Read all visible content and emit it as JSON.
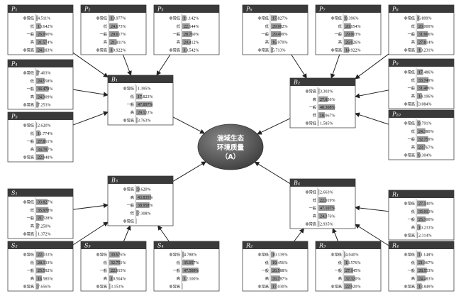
{
  "center": {
    "lines": [
      "湍域生态",
      "环境质量",
      "（A）"
    ]
  },
  "nodes": [
    {
      "id": "P1",
      "title": "P₁",
      "labels": [
        "非常低",
        "低",
        "一般",
        "高",
        "非常高"
      ],
      "values": [
        "4.511%",
        "13.642%",
        "26.990%",
        "31.574%",
        "24.183%"
      ],
      "pct": [
        4.511,
        13.642,
        26.99,
        31.574,
        24.183
      ]
    },
    {
      "id": "P2",
      "title": "P₂",
      "labels": [
        "非常低",
        "低",
        "一般",
        "高",
        "非常高"
      ],
      "values": [
        "13.977%",
        "24.673%",
        "28.617%",
        "21.811%",
        "10.922%"
      ],
      "pct": [
        13.977,
        24.673,
        28.617,
        21.811,
        10.922
      ]
    },
    {
      "id": "P3",
      "title": "P₃",
      "labels": [
        "非常低",
        "低",
        "一般",
        "高",
        "非常高"
      ],
      "values": [
        "11.142%",
        "22.144%",
        "28.760%",
        "24.412%",
        "13.542%"
      ],
      "pct": [
        11.142,
        22.144,
        28.76,
        24.412,
        13.542
      ]
    },
    {
      "id": "P4",
      "title": "P₄",
      "labels": [
        "非常低",
        "低",
        "一般",
        "高",
        "非常高"
      ],
      "values": [
        "7.403%",
        "24.558%",
        "36.478%",
        "24.309%",
        "7.253%"
      ],
      "pct": [
        7.403,
        24.558,
        36.478,
        24.309,
        7.253
      ]
    },
    {
      "id": "P5",
      "title": "P₅",
      "labels": [
        "非常低",
        "低",
        "一般",
        "高",
        "非常高"
      ],
      "values": [
        "2.620%",
        "11.774%",
        "27.861%",
        "34.797%",
        "22.948%"
      ],
      "pct": [
        2.62,
        11.774,
        27.861,
        34.797,
        22.948
      ]
    },
    {
      "id": "B1",
      "title": "B₁",
      "labels": [
        "非常低",
        "低",
        "一般",
        "高",
        "非常高"
      ],
      "values": [
        "1.395%",
        "17.823%",
        "47.897%",
        "29.122%",
        "3.763%"
      ],
      "pct": [
        1.395,
        17.823,
        47.897,
        29.122,
        3.763
      ]
    },
    {
      "id": "P6",
      "title": "P₆",
      "labels": [
        "非常低",
        "低",
        "一般",
        "高",
        "非常高"
      ],
      "values": [
        "17.827%",
        "29.982%",
        "29.499%",
        "16.979%",
        "5.713%"
      ],
      "pct": [
        17.827,
        29.982,
        29.499,
        16.979,
        5.713
      ]
    },
    {
      "id": "P7",
      "title": "P₇",
      "labels": [
        "非常低",
        "低",
        "一般",
        "高",
        "非常高"
      ],
      "values": [
        "9.396%",
        "20.654%",
        "29.003%",
        "26.026%",
        "14.922%"
      ],
      "pct": [
        9.396,
        20.654,
        29.003,
        26.026,
        14.922
      ]
    },
    {
      "id": "P8",
      "title": "P₈",
      "labels": [
        "非常低",
        "低",
        "一般",
        "高",
        "非常高"
      ],
      "values": [
        "6.899%",
        "20.000%",
        "31.966%",
        "27.814%",
        "13.231%"
      ],
      "pct": [
        6.899,
        20.0,
        31.966,
        27.814,
        13.231
      ]
    },
    {
      "id": "P9",
      "title": "P₉",
      "labels": [
        "非常低",
        "低",
        "一般",
        "高",
        "非常高"
      ],
      "values": [
        "17.486%",
        "33.749%",
        "31.486%",
        "14.196%",
        "3.084%"
      ],
      "pct": [
        17.486,
        33.749,
        31.486,
        14.196,
        3.084
      ]
    },
    {
      "id": "B2",
      "title": "B₂",
      "labels": [
        "非常高",
        "高",
        "一般",
        "低",
        "非常低"
      ],
      "values": [
        "3.303%",
        "27.836%",
        "48.308%",
        "18.967%",
        "1.585%"
      ],
      "pct": [
        3.303,
        27.836,
        48.308,
        18.967,
        1.585
      ]
    },
    {
      "id": "P10",
      "title": "P₁₀",
      "labels": [
        "非常低",
        "低",
        "一般",
        "高",
        "非常高"
      ],
      "values": [
        "9.791%",
        "24.380%",
        "32.759%",
        "23.767%",
        "9.304%"
      ],
      "pct": [
        9.791,
        24.38,
        32.759,
        23.767,
        9.304
      ]
    },
    {
      "id": "S1",
      "title": "S₁",
      "labels": [
        "非常低",
        "低",
        "一般",
        "高",
        "非常高"
      ],
      "values": [
        "33.827%",
        "35.978%",
        "21.528%",
        "7.250%",
        "1.372%"
      ],
      "pct": [
        33.827,
        35.978,
        21.528,
        7.25,
        1.372
      ]
    },
    {
      "id": "B3",
      "title": "B₃",
      "labels": [
        "非常高",
        "高",
        "一般",
        "低",
        "非常低"
      ],
      "values": [
        "9.620%",
        "43.835%",
        "38.958%",
        "7.308%",
        ""
      ],
      "pct": [
        9.62,
        43.835,
        38.958,
        7.308,
        0.3
      ]
    },
    {
      "id": "S2",
      "title": "S₂",
      "labels": [
        "非常低",
        "低",
        "一般",
        "高",
        "非常高"
      ],
      "values": [
        "22.033%",
        "28.133%",
        "25.592%",
        "16.585%",
        "7.656%"
      ],
      "pct": [
        22.033,
        28.133,
        25.592,
        16.585,
        7.656
      ]
    },
    {
      "id": "S3",
      "title": "S₃",
      "labels": [
        "非常低",
        "低",
        "一般",
        "高",
        "非常高"
      ],
      "values": [
        "30.676%",
        "32.751%",
        "22.915%",
        "10.504%",
        "3.153%"
      ],
      "pct": [
        30.676,
        32.751,
        22.915,
        10.504,
        3.153
      ]
    },
    {
      "id": "S4",
      "title": "S₄",
      "labels": [
        "非常低",
        "低",
        "一般",
        "高",
        "非常高"
      ],
      "values": [
        "4.788%",
        "35.057%",
        "47.509%",
        "12.100%",
        ""
      ],
      "pct": [
        4.788,
        35.057,
        47.509,
        12.1,
        0.3
      ]
    },
    {
      "id": "B4",
      "title": "B₄",
      "labels": [
        "非常低",
        "低",
        "一般",
        "高",
        "非常高"
      ],
      "values": [
        "2.663%",
        "22.919%",
        "47.107%",
        "24.376%",
        "2.935%"
      ],
      "pct": [
        2.663,
        22.919,
        47.107,
        24.376,
        2.935
      ]
    },
    {
      "id": "R1",
      "title": "R₁",
      "labels": [
        "非常低",
        "低",
        "一般",
        "高",
        "非常高"
      ],
      "values": [
        "27.140%",
        "35.013%",
        "25.300%",
        "10.233%",
        "2.314%"
      ],
      "pct": [
        27.14,
        35.013,
        25.3,
        10.233,
        2.314
      ]
    },
    {
      "id": "R2",
      "title": "R₂",
      "labels": [
        "非常低",
        "低",
        "一般",
        "高",
        "非常高"
      ],
      "values": [
        "10.139%",
        "19.456%",
        "26.588%",
        "26.787%",
        "17.030%"
      ],
      "pct": [
        10.139,
        19.456,
        26.588,
        26.787,
        17.03
      ]
    },
    {
      "id": "R3",
      "title": "R₃",
      "labels": [
        "非常低",
        "低",
        "一般",
        "高",
        "非常高"
      ],
      "values": [
        "4.040%",
        "13.576%",
        "27.145%",
        "32.320%",
        "22.920%"
      ],
      "pct": [
        4.04,
        13.576,
        27.145,
        32.32,
        22.92
      ]
    },
    {
      "id": "R4",
      "title": "R₄",
      "labels": [
        "非常低",
        "低",
        "一般",
        "高",
        "非常高"
      ],
      "values": [
        "11.148%",
        "21.967%",
        "28.553%",
        "24.483%",
        "13.849%"
      ],
      "pct": [
        11.148,
        21.967,
        28.553,
        24.483,
        13.849
      ]
    }
  ],
  "edges": [
    {
      "from": "P1",
      "to": "B1"
    },
    {
      "from": "P2",
      "to": "B1"
    },
    {
      "from": "P3",
      "to": "B1"
    },
    {
      "from": "P4",
      "to": "B1"
    },
    {
      "from": "P5",
      "to": "B1"
    },
    {
      "from": "P6",
      "to": "B2"
    },
    {
      "from": "P7",
      "to": "B2"
    },
    {
      "from": "P8",
      "to": "B2"
    },
    {
      "from": "P9",
      "to": "B2"
    },
    {
      "from": "P10",
      "to": "B2"
    },
    {
      "from": "S1",
      "to": "B3"
    },
    {
      "from": "S2",
      "to": "B3"
    },
    {
      "from": "S3",
      "to": "B3"
    },
    {
      "from": "S4",
      "to": "B3"
    },
    {
      "from": "R1",
      "to": "B4"
    },
    {
      "from": "R2",
      "to": "B4"
    },
    {
      "from": "R3",
      "to": "B4"
    },
    {
      "from": "R4",
      "to": "B4"
    },
    {
      "from": "B1",
      "to": "A"
    },
    {
      "from": "B2",
      "to": "A"
    },
    {
      "from": "B3",
      "to": "A"
    },
    {
      "from": "B4",
      "to": "A"
    }
  ]
}
